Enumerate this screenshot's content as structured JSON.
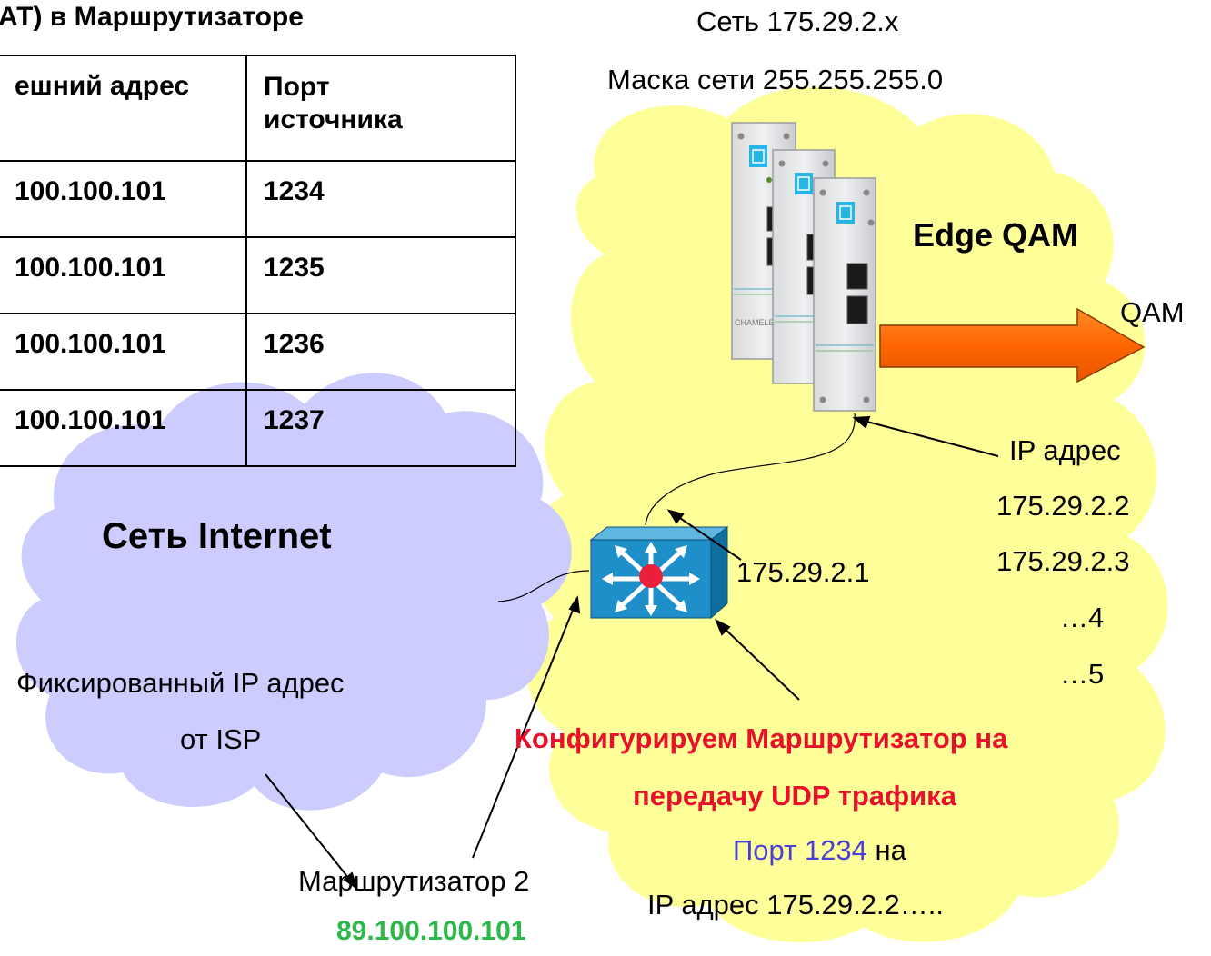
{
  "title": "АТ) в Маршрутизаторе",
  "table": {
    "headers": [
      "ешний адрес",
      "Порт источника"
    ],
    "rows": [
      [
        "100.100.101",
        "1234"
      ],
      [
        "100.100.101",
        "1235"
      ],
      [
        "100.100.101",
        "1236"
      ],
      [
        "100.100.101",
        "1237"
      ]
    ]
  },
  "network": {
    "line1": "Сеть 175.29.2.x",
    "line2": "Маска сети 255.255.255.0"
  },
  "edge_qam_label": "Edge QAM",
  "qam_label": "QAM",
  "device_brand": "CHAMELEON",
  "ip_list": [
    "IP адрес",
    "175.29.2.2",
    "175.29.2.3",
    "…4",
    "…5"
  ],
  "router_ip": "175.29.2.1",
  "internet": {
    "label": "Сеть Internet",
    "fixed_ip_line1": "Фиксированный IP адрес",
    "fixed_ip_line2": "от ISP"
  },
  "router2": {
    "label": "Маршрутизатор 2",
    "ip": "89.100.100.101"
  },
  "config": {
    "line1": "Конфигурируем Маршрутизатор на",
    "line2": "передачу UDP трафика",
    "port_text": "Порт 1234",
    "on_text": " на",
    "line4": "IP адрес 175.29.2.2….."
  },
  "colors": {
    "yellow_cloud": "#FFFF99",
    "blue_cloud": "#CCCCFF",
    "router": "#1E8FC8",
    "qam_arrow": "#FF6600",
    "config_red": "#E8102A",
    "router_ip_green": "#2DB84A",
    "port_blue": "#4A3FD6"
  }
}
